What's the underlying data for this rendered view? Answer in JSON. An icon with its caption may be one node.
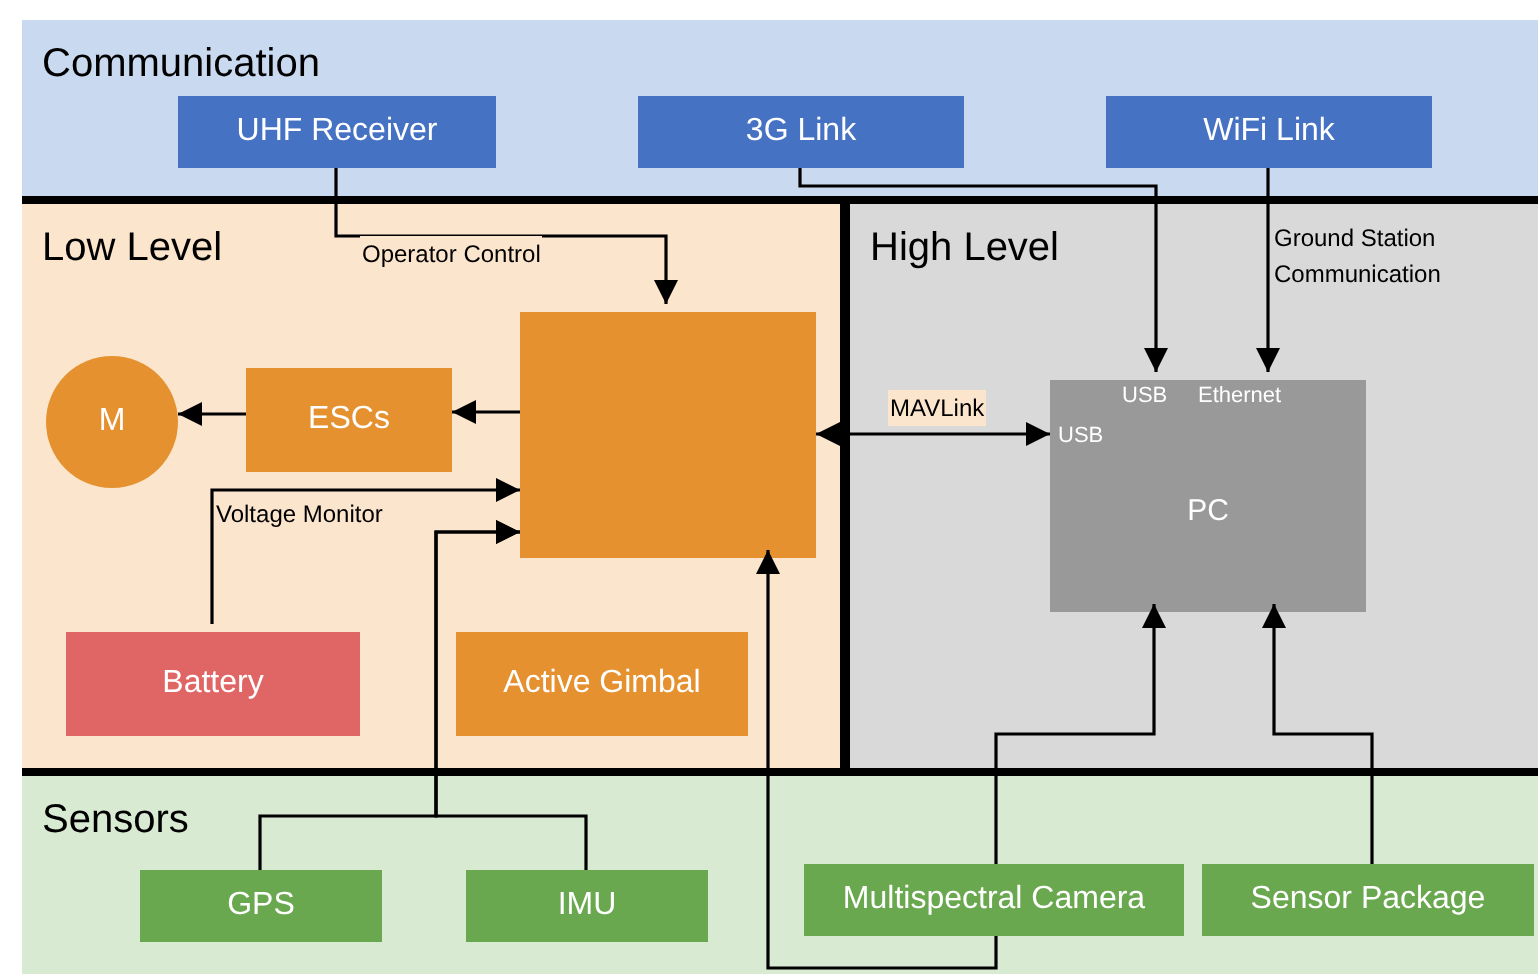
{
  "diagram": {
    "nodes": [
      {
        "text": [
          "Communication"
        ]
      },
      {
        "text": [
          "UHF Receiver"
        ],
        "in": 0
      },
      {
        "text": [
          "3G Link"
        ],
        "in": 0
      },
      {
        "text": [
          "WiFi Link"
        ],
        "in": 0
      },
      {
        "text": [
          "Low Level"
        ]
      },
      {
        "text": [
          "M"
        ],
        "in": 4
      },
      {
        "text": [
          "ESCs"
        ],
        "in": 4
      },
      {
        "text": [],
        "shape": "box",
        "in": 4
      },
      {
        "text": [
          "Battery"
        ],
        "in": 4
      },
      {
        "text": [
          "Active Gimbal"
        ],
        "in": 4
      },
      {
        "text": [
          "High Level"
        ]
      },
      {
        "text": [
          "USB",
          "Ethernet",
          "USB",
          "PC"
        ],
        "in": 10
      },
      {
        "text": [
          "Sensors"
        ]
      },
      {
        "text": [
          "GPS"
        ],
        "in": 12
      },
      {
        "text": [
          "IMU"
        ],
        "in": 12
      },
      {
        "text": [
          "Multispectral Camera"
        ],
        "in": 12
      },
      {
        "text": [
          "Sensor Package"
        ],
        "in": 12
      }
    ],
    "edges": [
      {
        "from": 1,
        "to": 7,
        "arrow": "to",
        "label": "Operator Control"
      },
      {
        "from": 2,
        "to": 11,
        "arrow": "to"
      },
      {
        "from": 3,
        "to": 11,
        "arrow": "to",
        "label": "Ground Station Communication"
      },
      {
        "from": 7,
        "to": 6,
        "arrow": "to"
      },
      {
        "from": 6,
        "to": 5,
        "arrow": "to"
      },
      {
        "from": 7,
        "to": 11,
        "arrow": "both",
        "label": "MAVLink"
      },
      {
        "from": 8,
        "to": 7,
        "arrow": "to",
        "label": "Voltage Monitor"
      },
      {
        "from": 13,
        "to": 7,
        "arrow": "to"
      },
      {
        "from": 14,
        "to": 7,
        "arrow": "to"
      },
      {
        "from": 15,
        "to": 7,
        "arrow": "to"
      },
      {
        "from": 15,
        "to": 11,
        "arrow": "to"
      },
      {
        "from": 16,
        "to": 11,
        "arrow": "to"
      }
    ]
  }
}
